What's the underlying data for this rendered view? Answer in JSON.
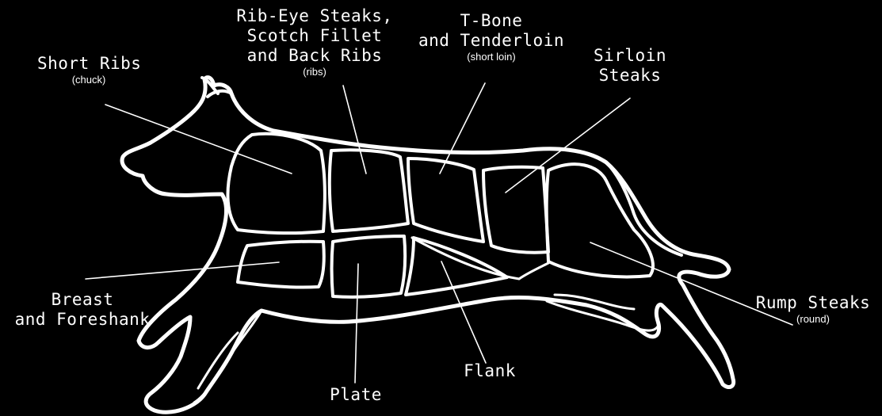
{
  "colors": {
    "background": "#000000",
    "chalk": "#ffffff"
  },
  "labels": {
    "short_ribs": {
      "title": "Short Ribs",
      "sub": "(chuck)"
    },
    "ribeye": {
      "line1": "Rib-Eye Steaks,",
      "line2": "Scotch Fillet",
      "line3": "and Back Ribs",
      "sub": "(ribs)"
    },
    "tbone": {
      "line1": "T-Bone",
      "line2": "and Tenderloin",
      "sub": "(short loin)"
    },
    "sirloin": {
      "line1": "Sirloin",
      "line2": "Steaks"
    },
    "breast": {
      "line1": "Breast",
      "line2": "and Foreshank"
    },
    "rump": {
      "title": "Rump Steaks",
      "sub": "(round)"
    },
    "flank": {
      "title": "Flank"
    },
    "plate": {
      "title": "Plate"
    }
  }
}
